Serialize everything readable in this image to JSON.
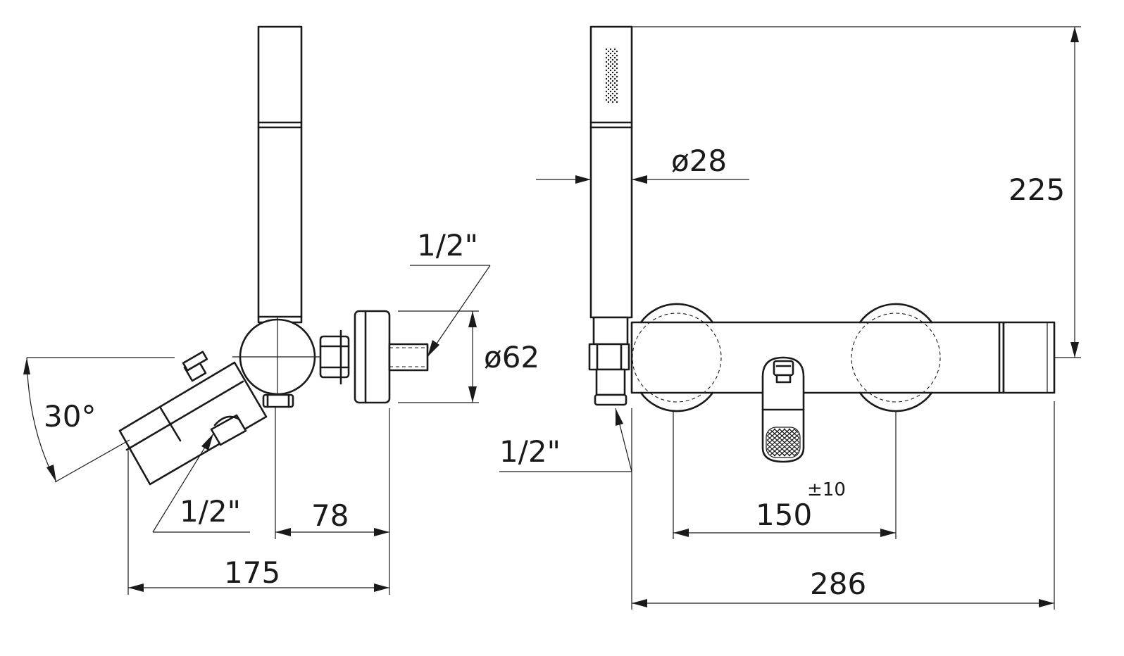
{
  "dimensions": {
    "angle": "30°",
    "pipe_top_left": "1/2\"",
    "pipe_bottom_left": "1/2\"",
    "depth_flange": "78",
    "depth_total": "175",
    "flange_diameter": "ø62",
    "handshower_diameter": "ø28",
    "height": "225",
    "pipe_right": "1/2\"",
    "centers": "150",
    "centers_tolerance": "±10",
    "width_total": "286"
  },
  "colors": {
    "line": "#1a1a1a",
    "background": "#ffffff"
  }
}
